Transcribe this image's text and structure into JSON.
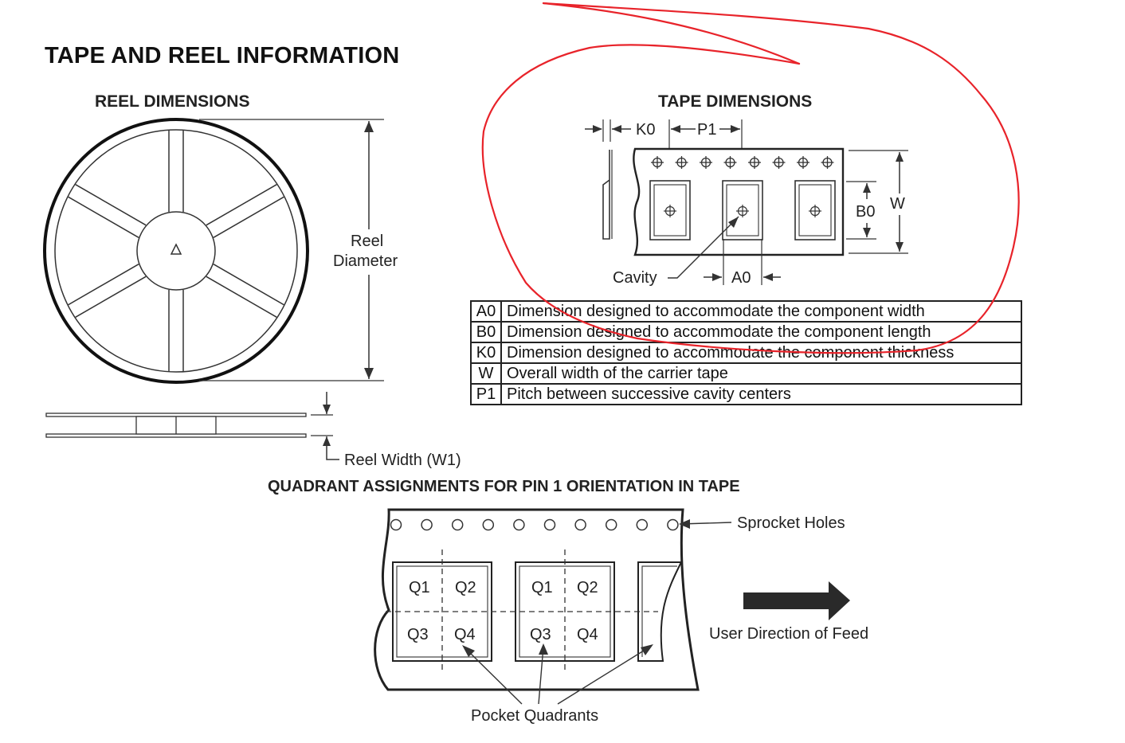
{
  "title": "TAPE AND REEL INFORMATION",
  "reel": {
    "heading": "REEL DIMENSIONS",
    "diameter_line1": "Reel",
    "diameter_line2": "Diameter",
    "width_label": "Reel Width (W1)"
  },
  "tape": {
    "heading": "TAPE DIMENSIONS",
    "k0": "K0",
    "p1": "P1",
    "b0": "B0",
    "w": "W",
    "a0": "A0",
    "cavity": "Cavity"
  },
  "definitions": [
    {
      "symbol": "A0",
      "text": "Dimension designed to accommodate the component width"
    },
    {
      "symbol": "B0",
      "text": "Dimension designed to accommodate the component length"
    },
    {
      "symbol": "K0",
      "text": "Dimension designed to accommodate the component thickness"
    },
    {
      "symbol": "W",
      "text": "Overall width of the carrier tape"
    },
    {
      "symbol": "P1",
      "text": "Pitch between successive cavity centers"
    }
  ],
  "quadrant": {
    "heading": "QUADRANT ASSIGNMENTS FOR PIN 1 ORIENTATION IN TAPE",
    "sprocket": "Sprocket Holes",
    "feed": "User Direction of Feed",
    "pockets": "Pocket Quadrants",
    "q1": "Q1",
    "q2": "Q2",
    "q3": "Q3",
    "q4": "Q4"
  },
  "annotation_color": "#e8232a"
}
